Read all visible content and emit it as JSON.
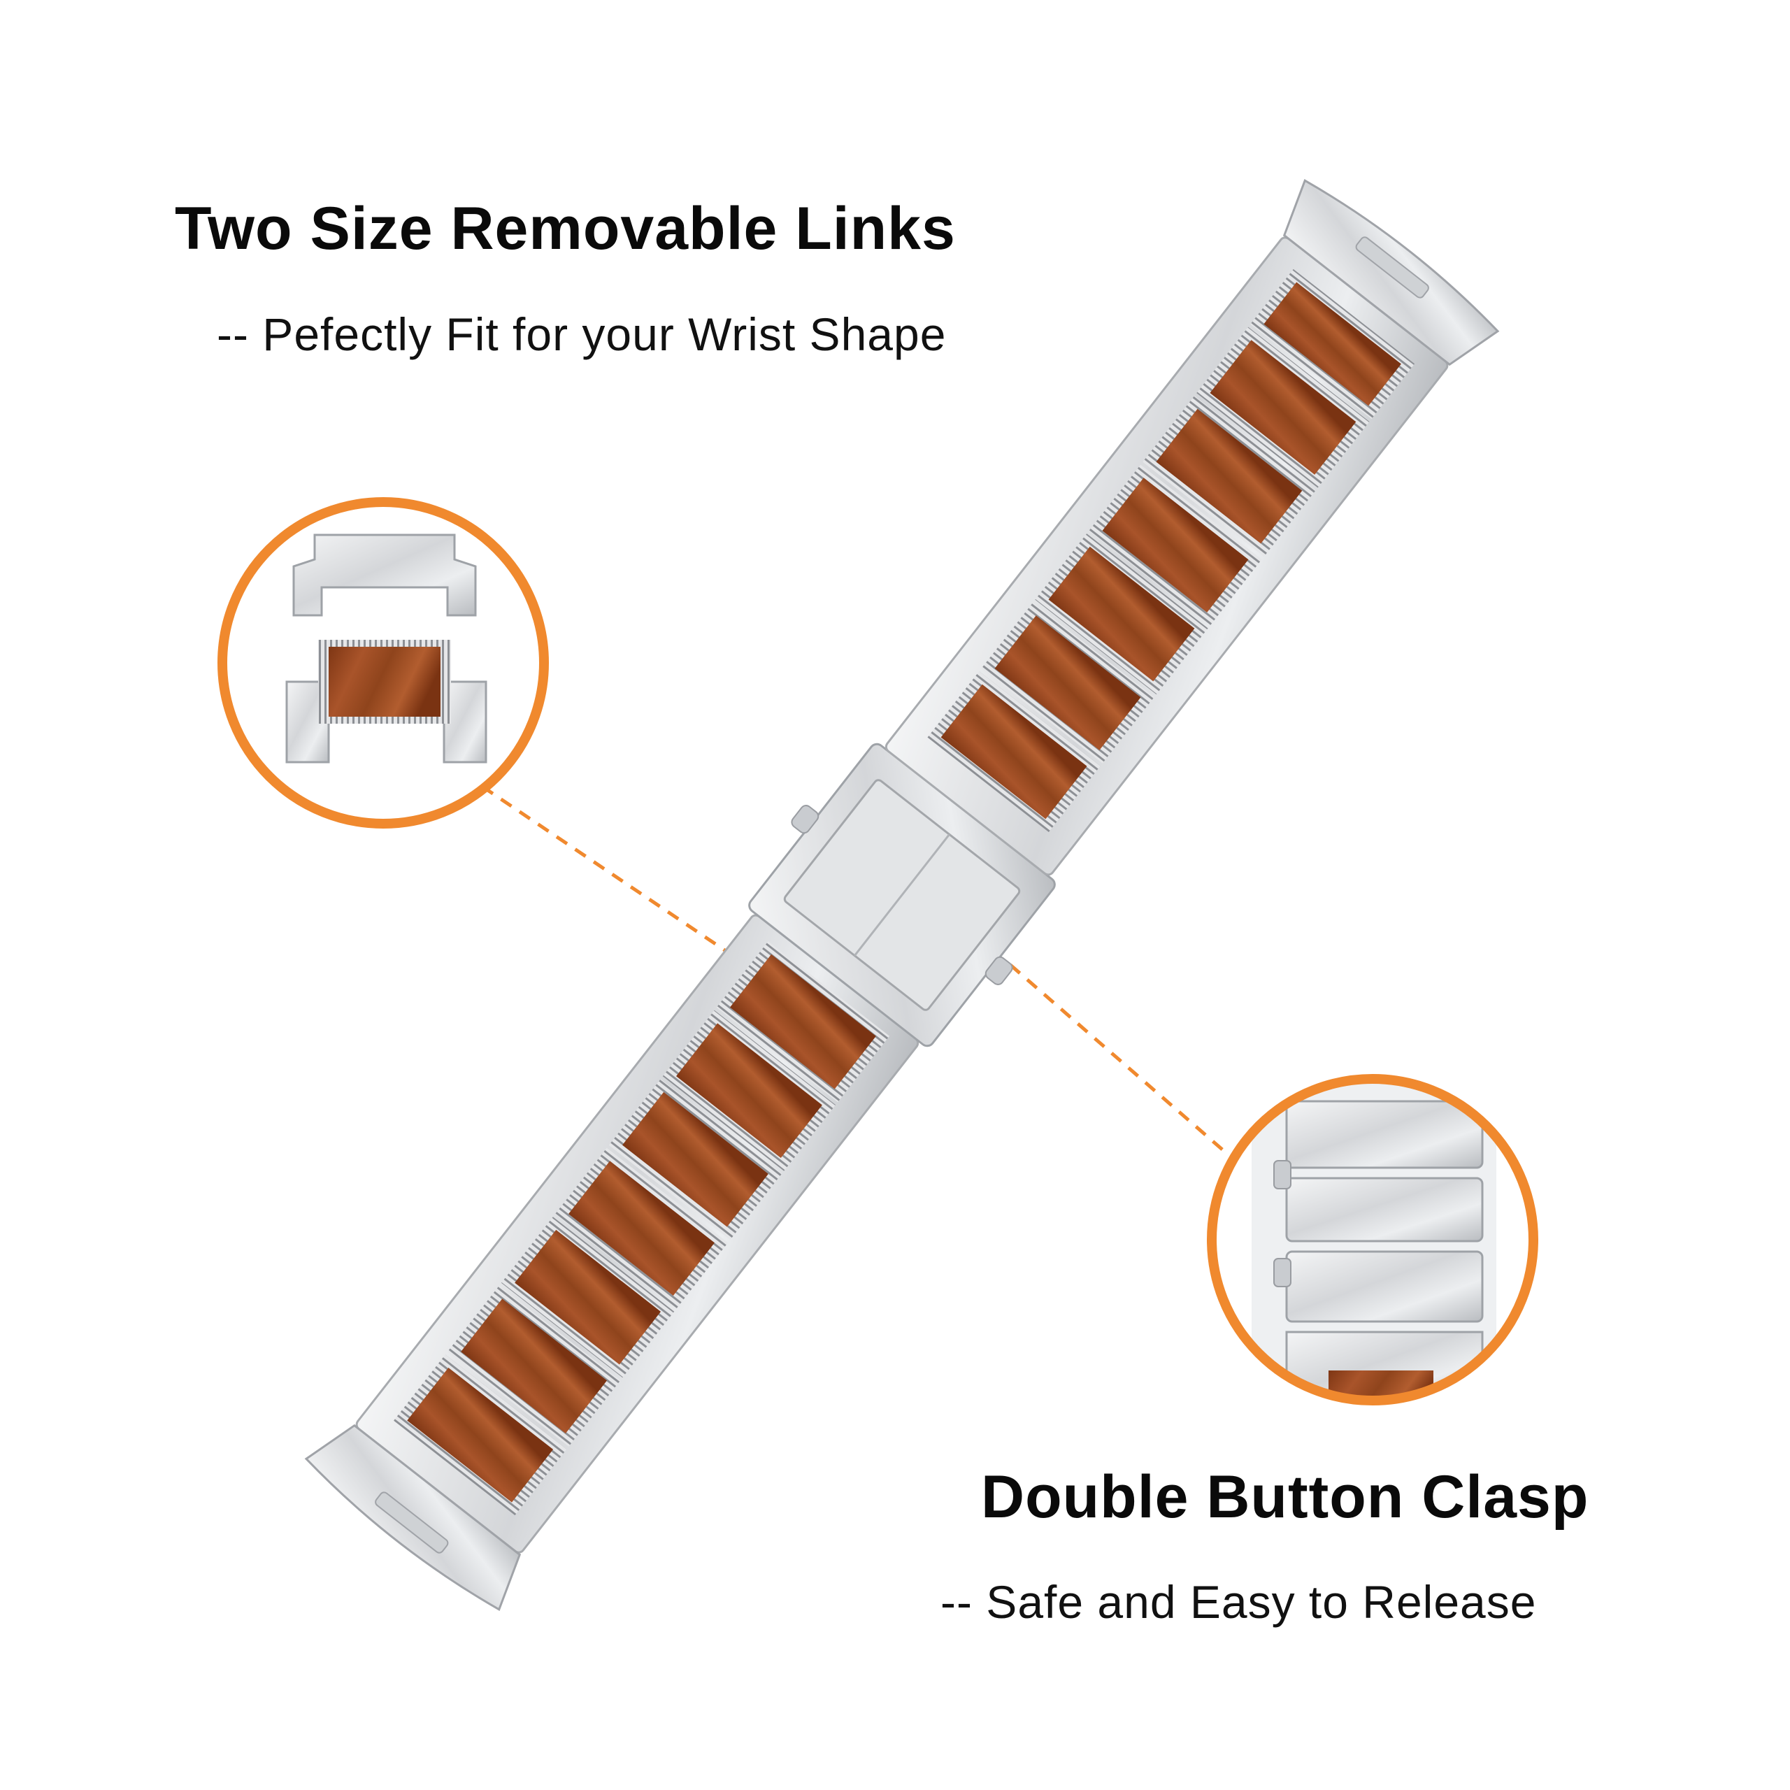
{
  "callouts": {
    "links": {
      "title": "Two Size Removable Links",
      "subtitle": "-- Pefectly Fit for your Wrist Shape"
    },
    "clasp": {
      "title": "Double Button Clasp",
      "subtitle": "-- Safe and Easy to Release"
    }
  },
  "colors": {
    "accent": "#f0892e",
    "wood": "#9a4a1f",
    "steel": "#d9dbde"
  },
  "icons": {
    "link-detail": "magnified removable link",
    "clasp-detail": "magnified double button clasp"
  }
}
